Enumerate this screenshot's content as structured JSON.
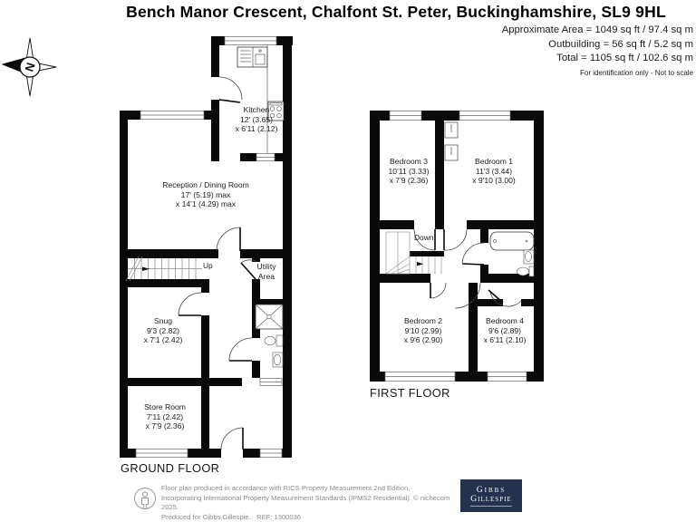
{
  "title": "Bench Manor Crescent, Chalfont St. Peter, Buckinghamshire, SL9 9HL",
  "areas": {
    "line1": "Approximate Area = 1049 sq ft / 97.4 sq m",
    "line2": "Outbuilding = 56 sq ft / 5.2 sq m",
    "line3": "Total = 1105 sq ft / 102.6 sq m",
    "disclaimer": "For identification only - Not to scale"
  },
  "compass": {
    "label": "N"
  },
  "ground_floor": {
    "label": "GROUND FLOOR",
    "stairs_label": "Up",
    "rooms": {
      "kitchen": {
        "name": "Kitchen",
        "dim1": "12' (3.65)",
        "dim2": "x 6'11 (2.12)"
      },
      "reception": {
        "name": "Reception / Dining Room",
        "dim1": "17' (5.19) max",
        "dim2": "x 14'1 (4.29) max"
      },
      "snug": {
        "name": "Snug",
        "dim1": "9'3 (2.82)",
        "dim2": "x 7'1 (2.42)"
      },
      "utility": {
        "name": "Utility",
        "name2": "Area"
      },
      "store": {
        "name": "Store Room",
        "dim1": "7'11 (2.42)",
        "dim2": "x 7'9 (2.36)"
      }
    }
  },
  "first_floor": {
    "label": "FIRST FLOOR",
    "stairs_label": "Down",
    "rooms": {
      "bedroom3": {
        "name": "Bedroom 3",
        "dim1": "10'11 (3.33)",
        "dim2": "x 7'9 (2.36)"
      },
      "bedroom1": {
        "name": "Bedroom 1",
        "dim1": "11'3 (3.44)",
        "dim2": "x 9'10 (3.00)"
      },
      "bedroom2": {
        "name": "Bedroom 2",
        "dim1": "9'10 (2.99)",
        "dim2": "x 9'6 (2.90)"
      },
      "bedroom4": {
        "name": "Bedroom 4",
        "dim1": "9'6 (2.89)",
        "dim2": "x 6'11 (2.10)"
      }
    }
  },
  "footer": {
    "line1": "Floor plan produced in accordance with RICS Property Measurement 2nd Edition,",
    "line2": "Incorporating International Property Measurement Standards (IPMS2 Residential).  © nichecom 2025.",
    "line3": "Produced for Gibbs Gillespie.   REF: 1300036"
  },
  "logo": {
    "line1": "Gibbs",
    "line2": "Gillespie",
    "bg": "#26304f"
  }
}
